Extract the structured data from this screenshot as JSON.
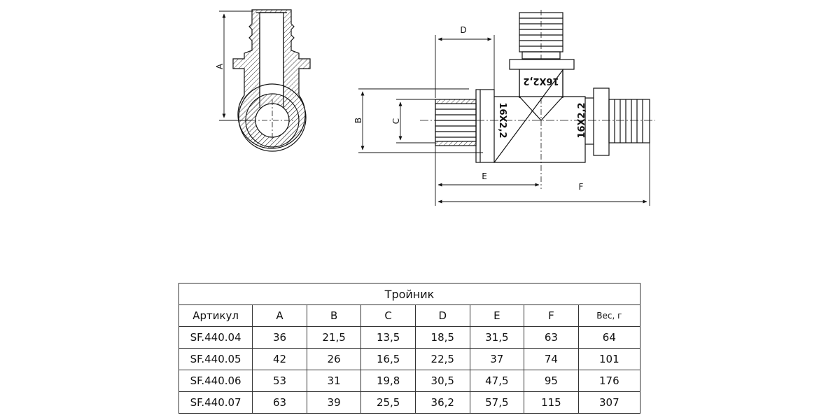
{
  "drawing": {
    "dimension_labels": {
      "A": "A",
      "B": "B",
      "C": "C",
      "D": "D",
      "E": "E",
      "F": "F"
    },
    "size_marking": "16X2,2"
  },
  "table": {
    "title": "Тройник",
    "columns": [
      "Артикул",
      "A",
      "B",
      "C",
      "D",
      "E",
      "F",
      "Вес, г"
    ],
    "rows": [
      [
        "SF.440.04",
        "36",
        "21,5",
        "13,5",
        "18,5",
        "31,5",
        "63",
        "64"
      ],
      [
        "SF.440.05",
        "42",
        "26",
        "16,5",
        "22,5",
        "37",
        "74",
        "101"
      ],
      [
        "SF.440.06",
        "53",
        "31",
        "19,8",
        "30,5",
        "47,5",
        "95",
        "176"
      ],
      [
        "SF.440.07",
        "63",
        "39",
        "25,5",
        "36,2",
        "57,5",
        "115",
        "307"
      ]
    ]
  }
}
